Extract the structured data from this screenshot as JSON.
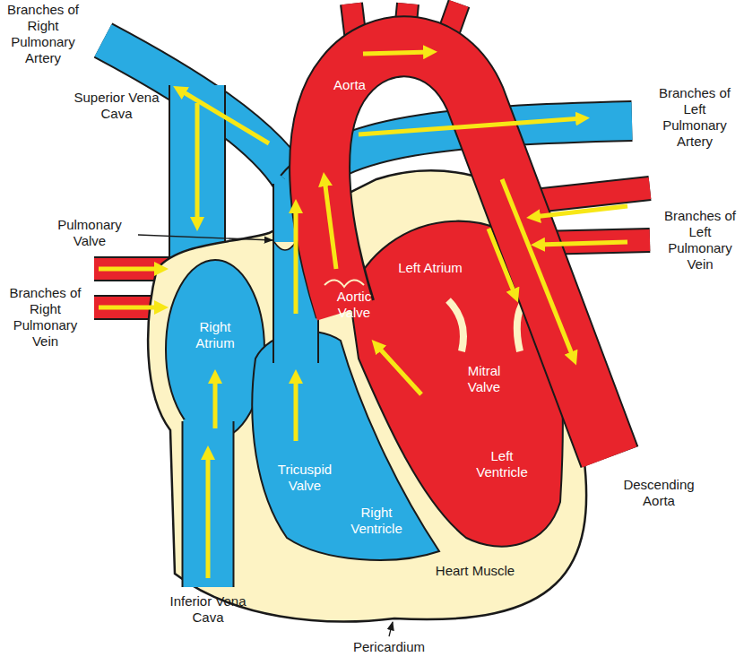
{
  "diagram": {
    "labels": [
      "Branches of Right Pulmonary Artery",
      "Superior Vena Cava",
      "Pulmonary Valve",
      "Branches of Right Pulmonary Vein",
      "Aorta",
      "Branches of Left Pulmonary Artery",
      "Left Atrium",
      "Branches of Left Pulmonary Vein",
      "Aortic Valve",
      "Right Atrium",
      "Mitral Valve",
      "Tricuspid Valve",
      "Left Ventricle",
      "Right Ventricle",
      "Descending Aorta",
      "Heart Muscle",
      "Inferior Vena Cava",
      "Pericardium"
    ]
  }
}
